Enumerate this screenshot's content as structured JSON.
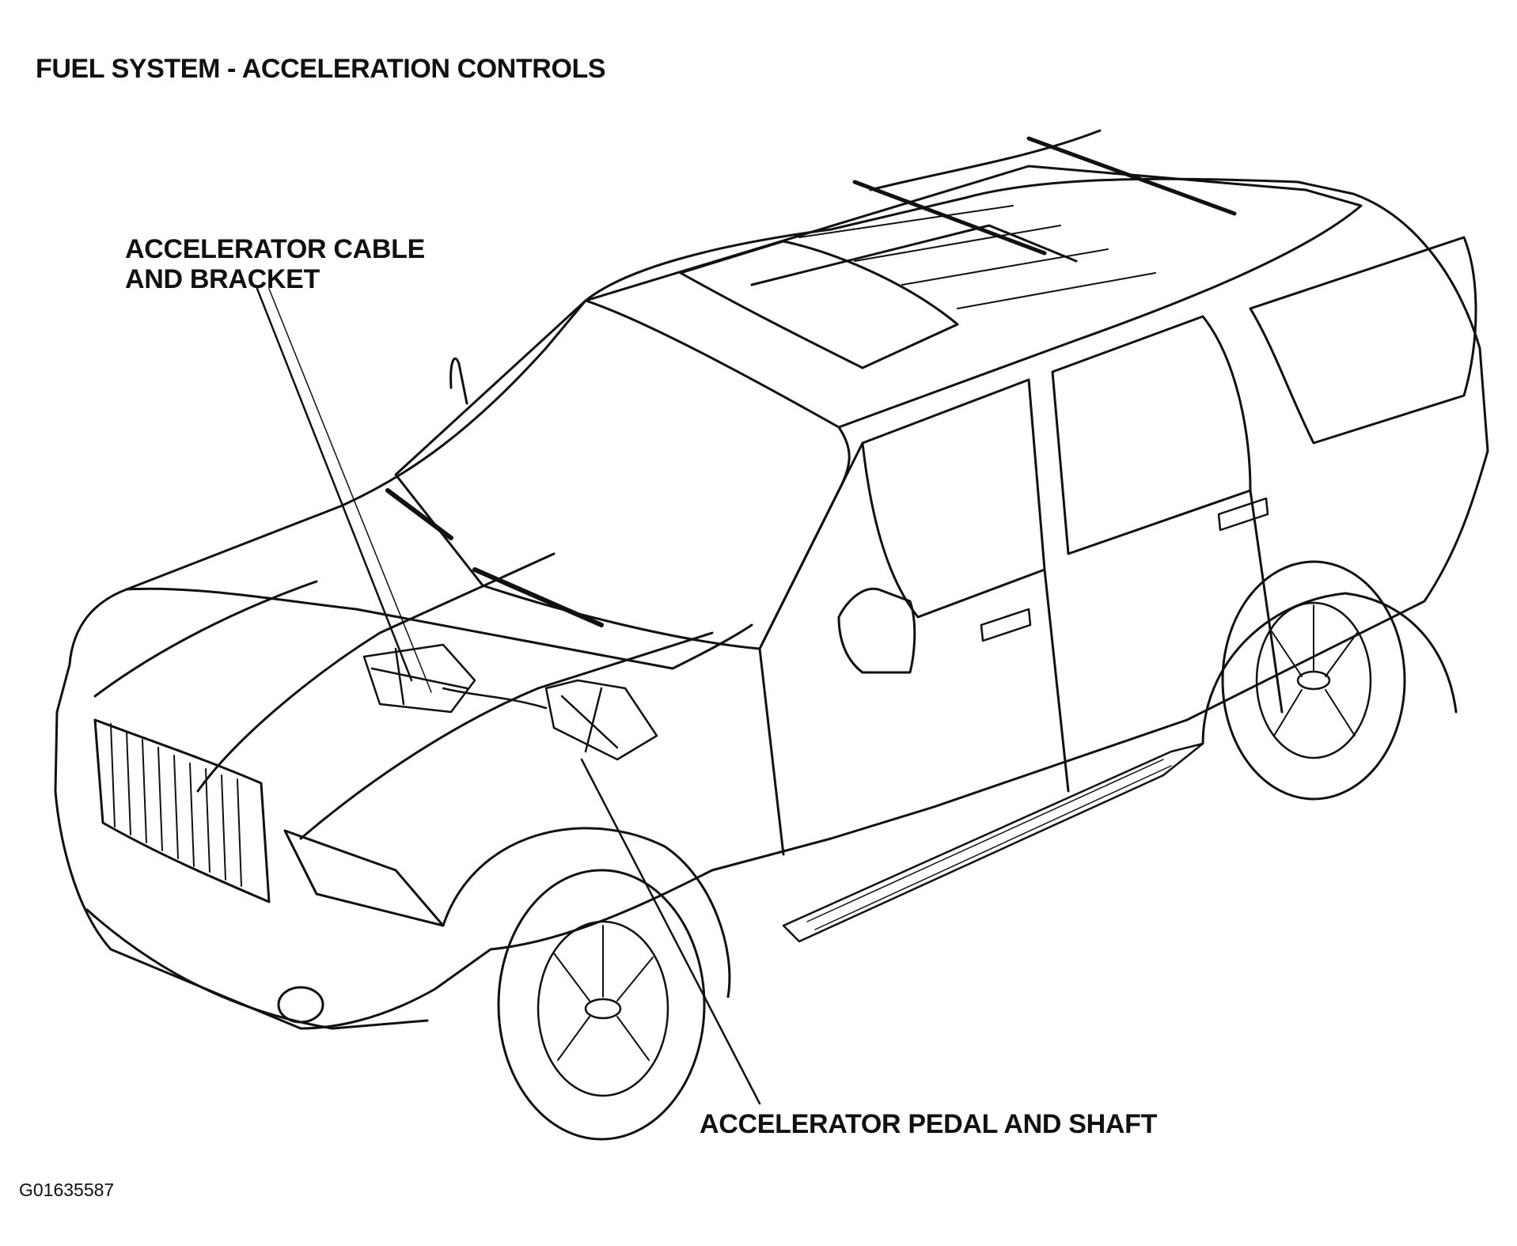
{
  "title": "FUEL SYSTEM - ACCELERATION CONTROLS",
  "callouts": {
    "cable_bracket": {
      "line1": "ACCELERATOR CABLE",
      "line2": "AND BRACKET"
    },
    "pedal_shaft": {
      "text": "ACCELERATOR PEDAL AND SHAFT"
    }
  },
  "figure_id": "G01635587",
  "colors": {
    "ink": "#111111",
    "background": "#ffffff"
  }
}
